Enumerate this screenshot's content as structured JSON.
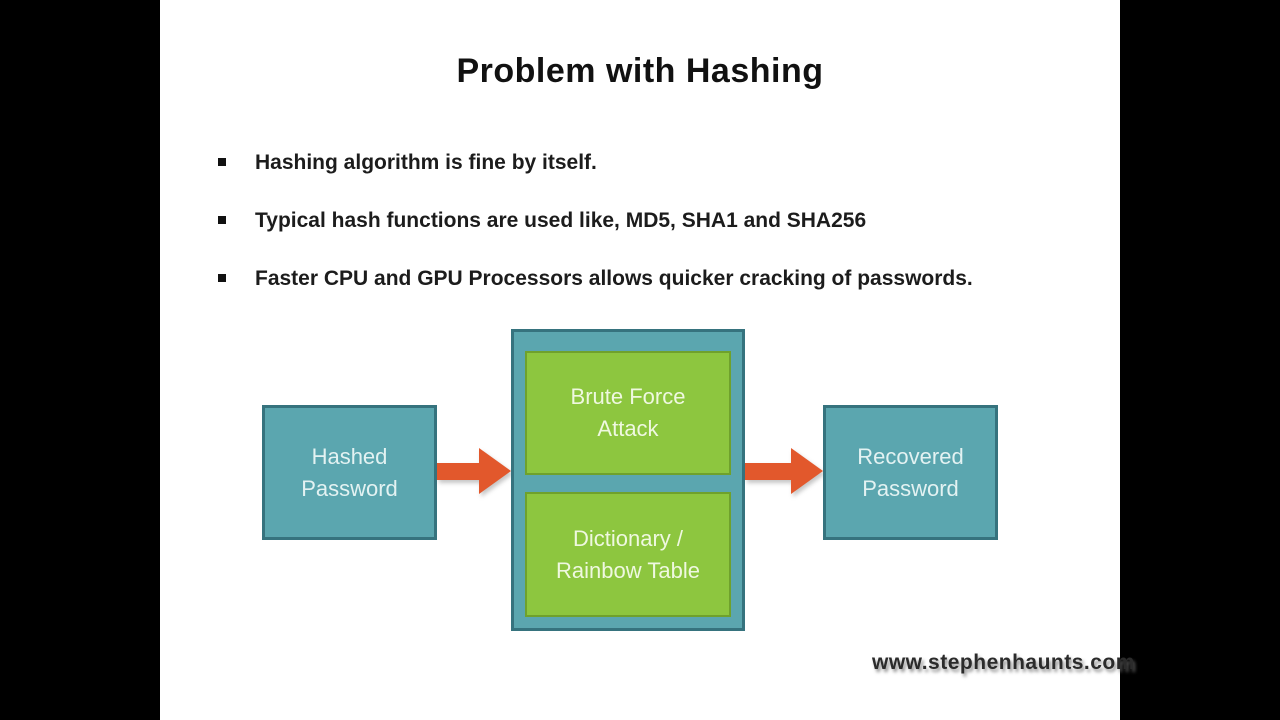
{
  "slide": {
    "title": "Problem with Hashing",
    "bullets": [
      "Hashing algorithm is fine by itself.",
      "Typical hash functions are used like, MD5, SHA1 and SHA256",
      "Faster CPU and GPU Processors allows quicker cracking of passwords."
    ],
    "diagram": {
      "input_box": {
        "line1": "Hashed",
        "line2": "Password"
      },
      "attack_methods": [
        {
          "line1": "Brute Force",
          "line2": "Attack"
        },
        {
          "line1": "Dictionary /",
          "line2": "Rainbow Table"
        }
      ],
      "output_box": {
        "line1": "Recovered",
        "line2": "Password"
      }
    },
    "watermark": "www.stephenhaunts.com",
    "colors": {
      "teal_fill": "#5BA6AF",
      "teal_border": "#36737E",
      "green_fill": "#8DC63F",
      "green_border": "#6FA12C",
      "arrow_orange": "#E2582C",
      "slide_background": "#FFFFFF",
      "letterbox": "#000000"
    }
  }
}
